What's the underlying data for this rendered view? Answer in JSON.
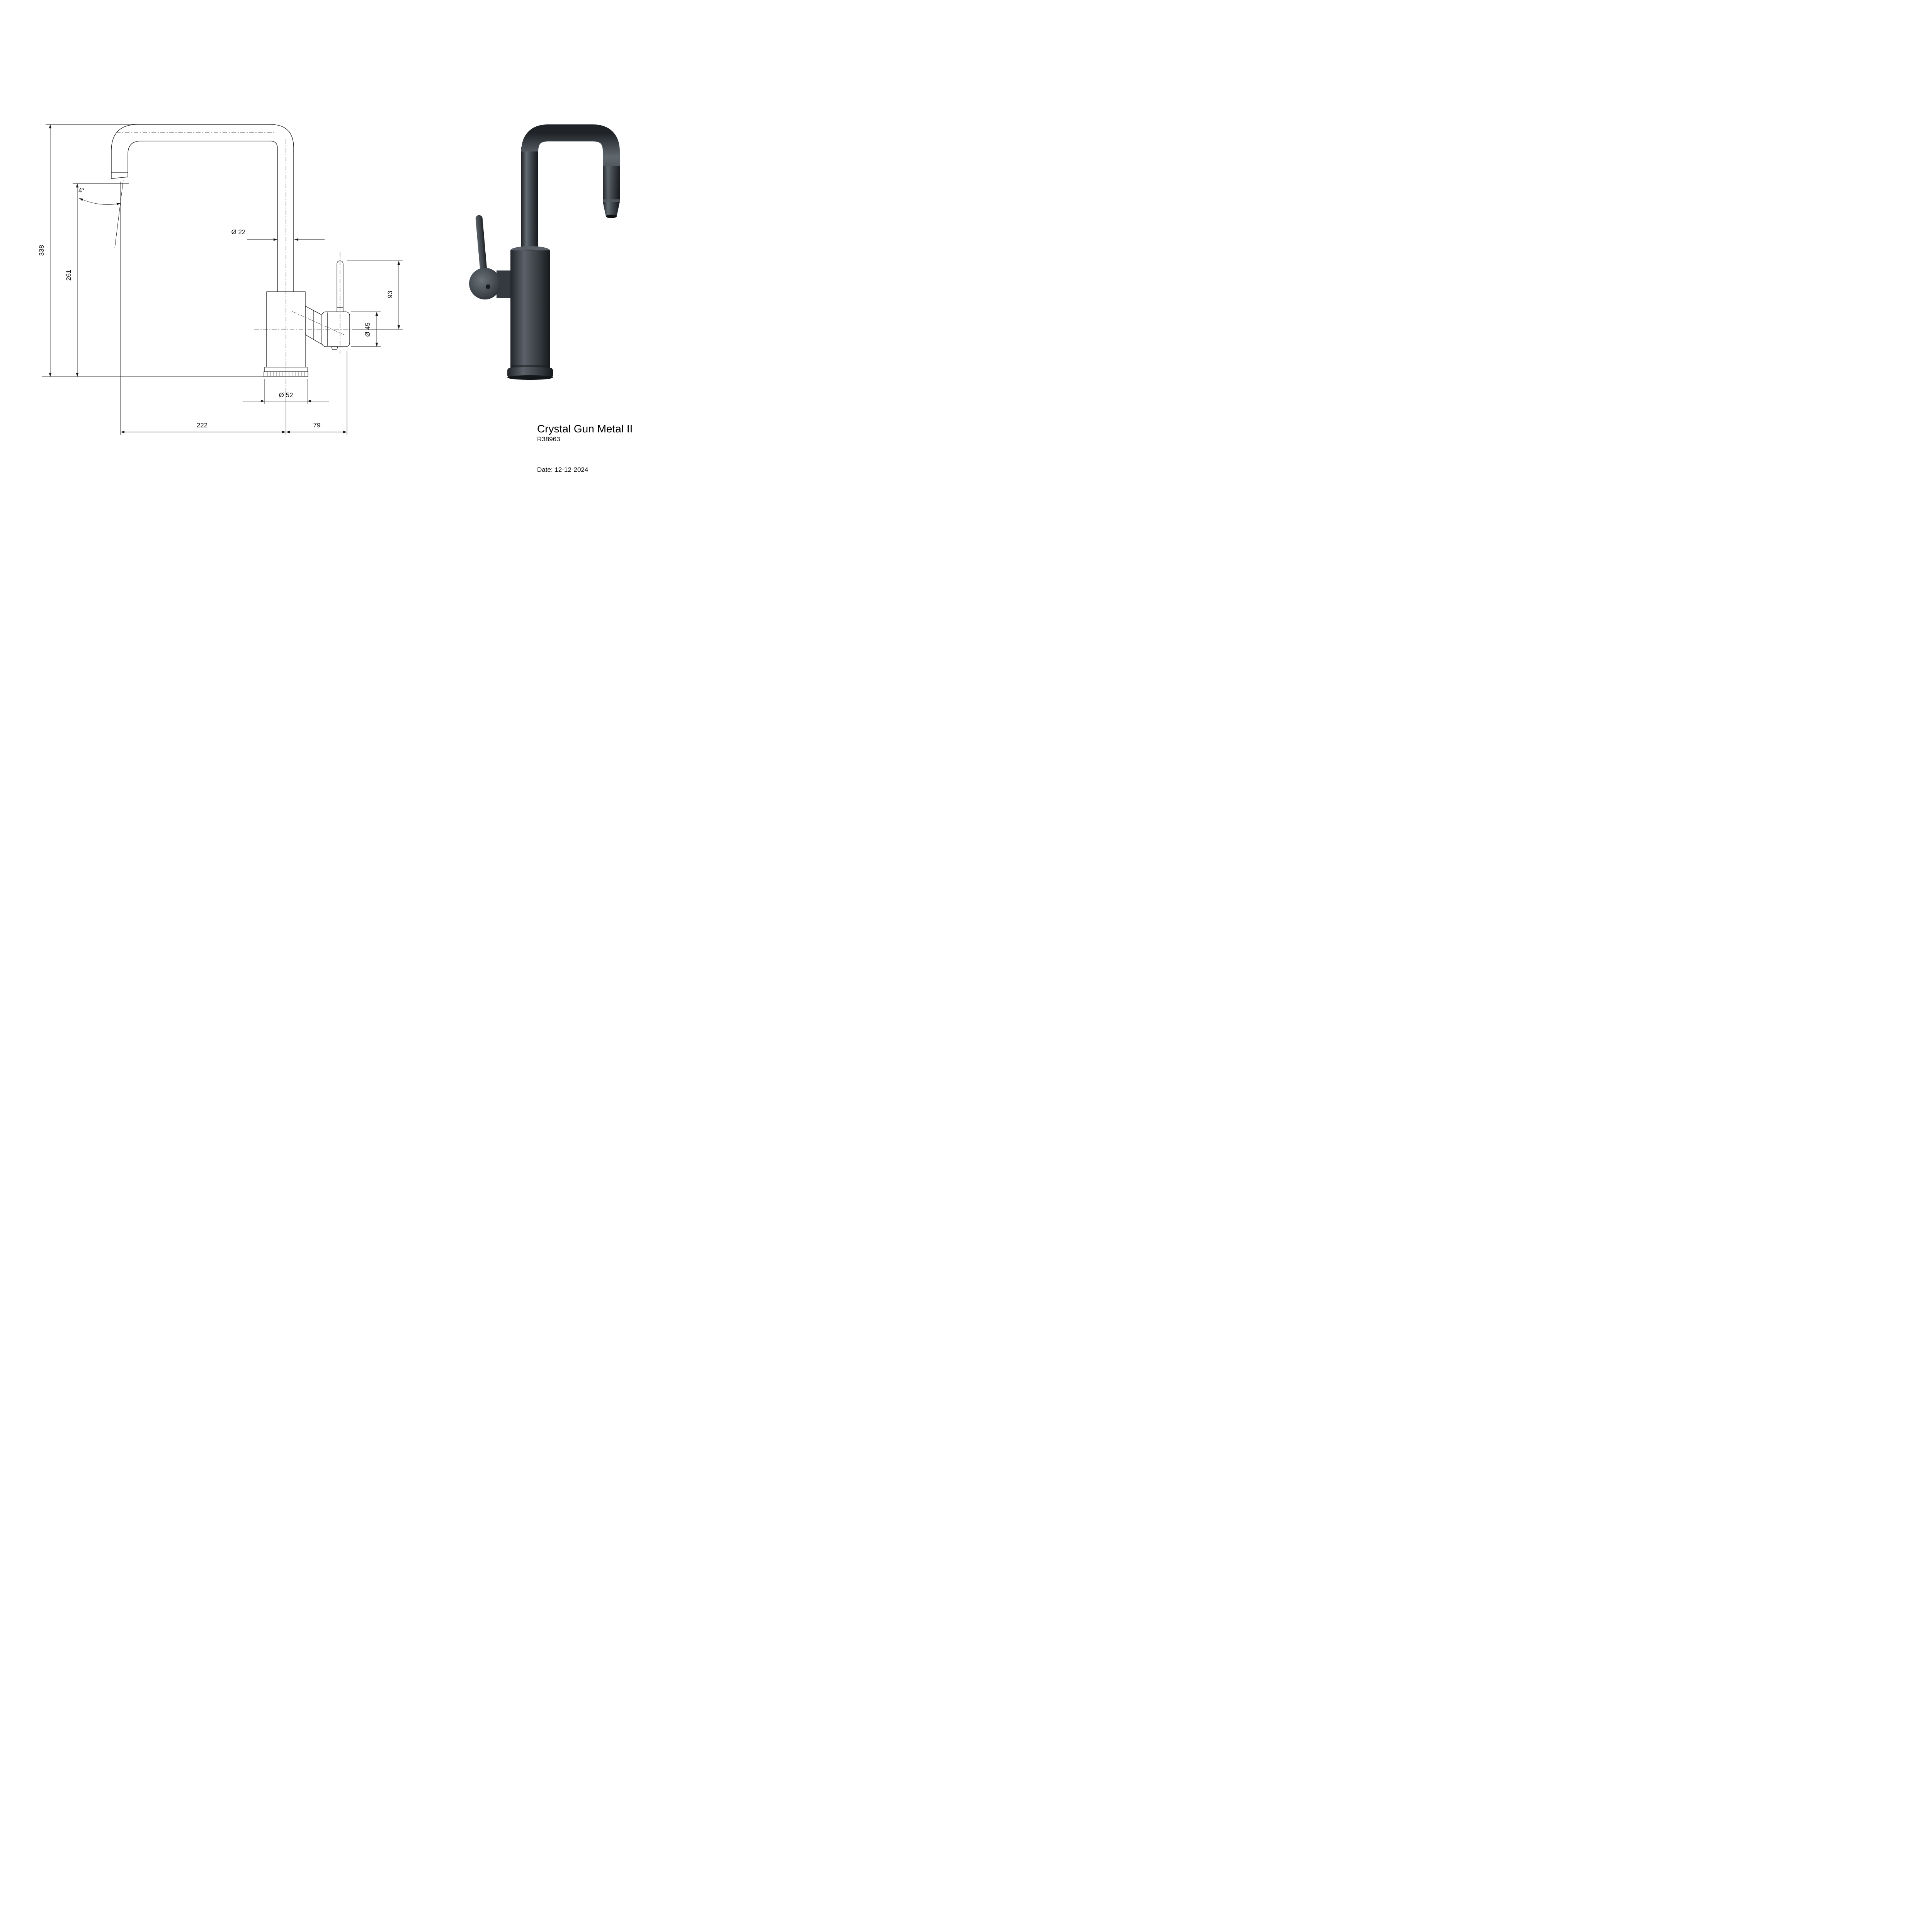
{
  "product": {
    "name": "Crystal Gun Metal II",
    "code": "R38963",
    "date": "Date: 12-12-2024"
  },
  "dims": {
    "total_height": "338",
    "spout_height": "261",
    "spout_angle": "4°",
    "tube_diameter": "Ø 22",
    "handle_height": "93",
    "handle_diameter": "Ø 45",
    "base_diameter": "Ø 52",
    "reach": "222",
    "handle_offset": "79"
  },
  "colors": {
    "line": "#1a1a1a",
    "finish_dark": "#1f2327",
    "finish_mid": "#434a50",
    "finish_light": "#636b72"
  }
}
